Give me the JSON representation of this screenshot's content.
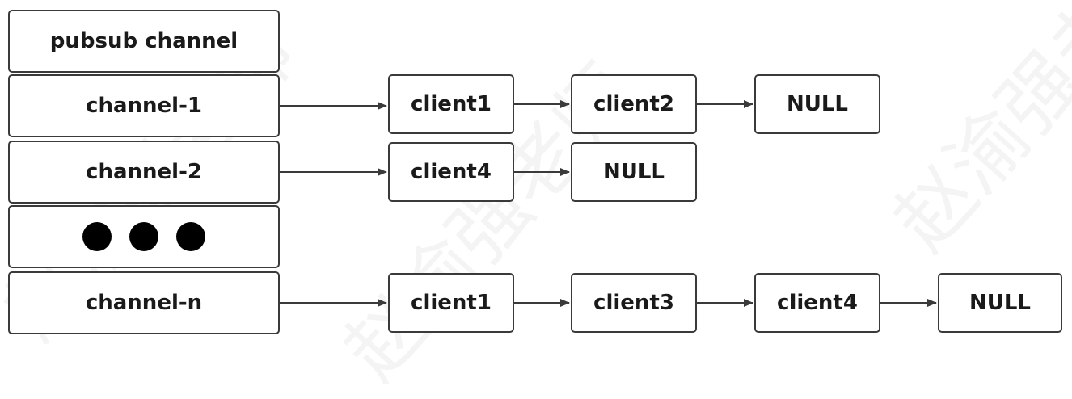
{
  "header": {
    "label": "pubsub channel"
  },
  "channels": [
    {
      "label": "channel-1",
      "clients": [
        "client1",
        "client2"
      ],
      "terminator": "NULL"
    },
    {
      "label": "channel-2",
      "clients": [
        "client4"
      ],
      "terminator": "NULL"
    },
    {
      "label": "channel-n",
      "clients": [
        "client1",
        "client3",
        "client4"
      ],
      "terminator": "NULL"
    }
  ],
  "ellipsis": {
    "dots": 3,
    "color": "#000000"
  },
  "watermark": {
    "text": "赵渝强老师"
  },
  "colors": {
    "border": "#3a3a3a",
    "arrow": "#3a3a3a",
    "text": "#1a1a1a"
  }
}
